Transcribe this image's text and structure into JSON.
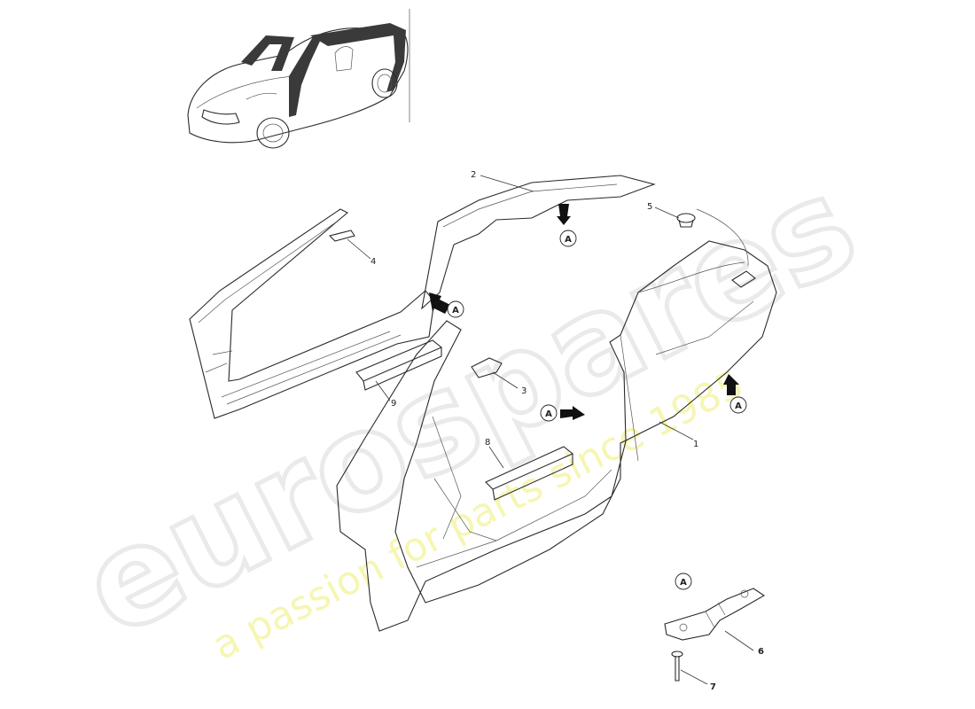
{
  "diagram": {
    "watermark": {
      "brand": "eurospares",
      "tagline": "a passion for parts since 1985"
    },
    "callouts": [
      {
        "id": "c1",
        "label": "1"
      },
      {
        "id": "c2",
        "label": "2"
      },
      {
        "id": "c3",
        "label": "3"
      },
      {
        "id": "c4",
        "label": "4"
      },
      {
        "id": "c5",
        "label": "5"
      },
      {
        "id": "c6",
        "label": "6"
      },
      {
        "id": "c7",
        "label": "7"
      },
      {
        "id": "c8",
        "label": "8"
      },
      {
        "id": "c9",
        "label": "9"
      }
    ],
    "detail_marker": "A",
    "colors": {
      "line": "#2a2a2a",
      "watermark_text": "#e4e4e4",
      "watermark_tagline": "#f3f39a",
      "background": "#ffffff"
    }
  }
}
